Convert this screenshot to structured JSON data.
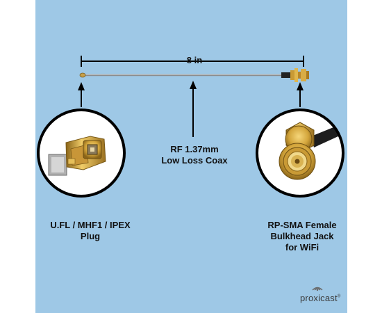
{
  "dimension": {
    "length_label": "8 in"
  },
  "cable_label": {
    "line1": "RF 1.37mm",
    "line2": "Low Loss Coax"
  },
  "left_connector": {
    "line1": "U.FL / MHF1 / IPEX",
    "line2": "Plug"
  },
  "right_connector": {
    "line1": "RP-SMA Female",
    "line2": "Bulkhead Jack",
    "line3": "for WiFi"
  },
  "brand": {
    "name": "proxicast",
    "mark": "®"
  },
  "colors": {
    "background": "#9ec8e6",
    "cable": "#a0a0a0",
    "gold": "#d4a63c",
    "ring": "#000000"
  }
}
